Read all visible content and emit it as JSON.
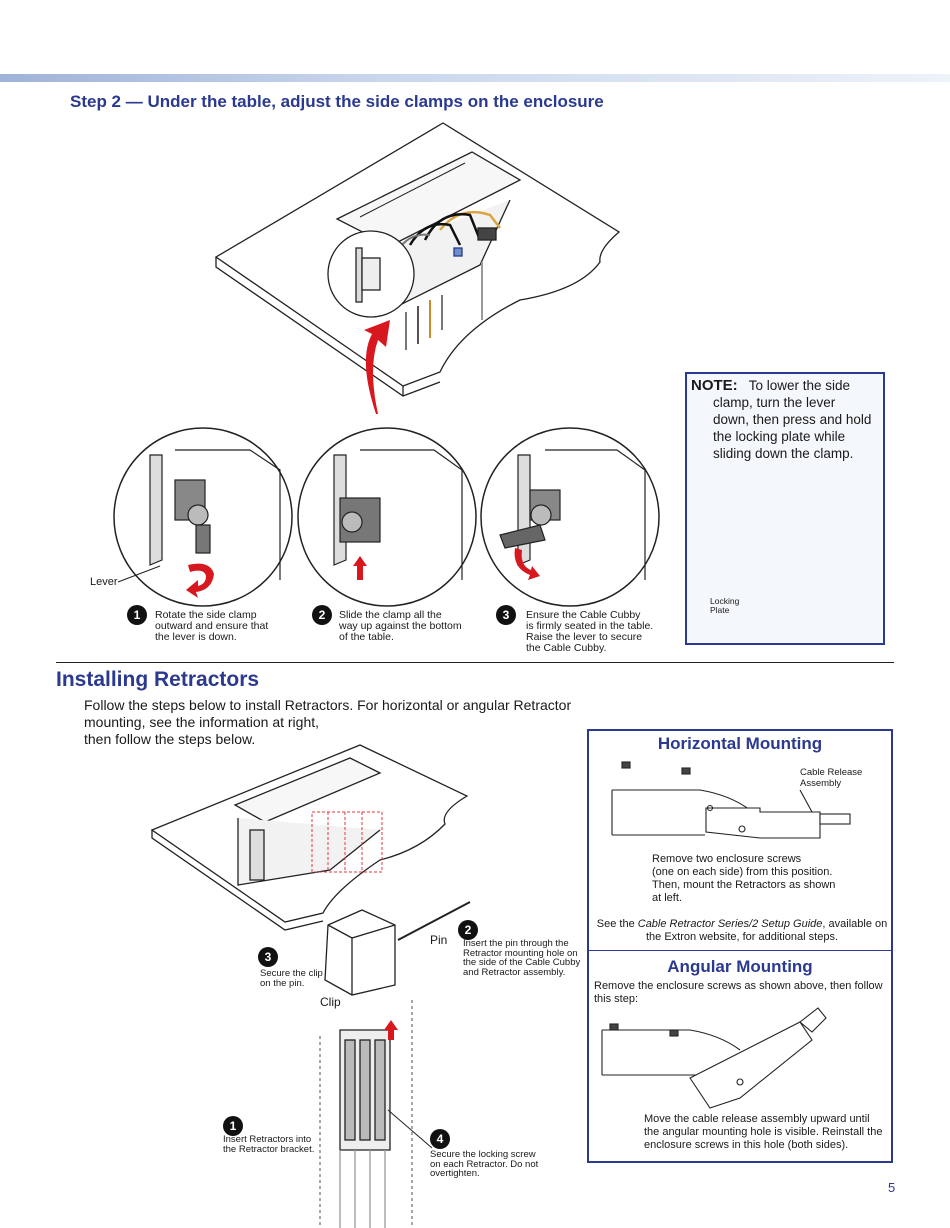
{
  "step2": {
    "title": "Step 2 — Under the table, adjust the side clamps on the enclosure",
    "lever_label": "Lever",
    "steps": [
      {
        "num": "1",
        "lines": [
          "Rotate the side clamp",
          "outward and ensure that",
          "the lever is down."
        ]
      },
      {
        "num": "2",
        "lines": [
          "Slide the clamp all the",
          "way up against the bottom",
          "of the table."
        ]
      },
      {
        "num": "3",
        "lines": [
          "Ensure the Cable Cubby",
          "is firmly seated in the table.",
          "Raise the lever to secure",
          "the Cable Cubby."
        ]
      }
    ]
  },
  "note": {
    "label": "NOTE:",
    "lines": [
      "To lower the side",
      "clamp, turn the lever",
      "down, then press and hold",
      "the locking plate while",
      "sliding down the clamp."
    ],
    "locking_plate_lines": [
      "Locking",
      "Plate"
    ]
  },
  "installing": {
    "title": "Installing Retractors",
    "intro_lines": [
      "Follow the steps below to install Retractors. For horizontal or angular Retractor",
      "mounting, see the information at right,",
      "then follow the steps below."
    ],
    "pin_label": "Pin",
    "clip_label": "Clip",
    "steps": [
      {
        "num": "1",
        "lines": [
          "Insert Retractors into",
          "the Retractor bracket."
        ]
      },
      {
        "num": "2",
        "lines": [
          "Insert the pin through the",
          "Retractor mounting hole on",
          "the side of the Cable Cubby",
          "and Retractor assembly."
        ]
      },
      {
        "num": "3",
        "lines": [
          "Secure the clip",
          "on the pin."
        ]
      },
      {
        "num": "4",
        "lines": [
          "Secure the locking screw",
          "on each Retractor. Do not",
          "overtighten."
        ]
      }
    ]
  },
  "horizontal": {
    "title": "Horizontal Mounting",
    "cable_release_lines": [
      "Cable Release",
      "Assembly"
    ],
    "desc_lines": [
      "Remove two enclosure screws",
      "(one on each side) from this position.",
      "Then, mount the Retractors as shown",
      "at left."
    ],
    "see_prefix": "See the ",
    "see_italic": "Cable Retractor Series/2 Setup Guide",
    "see_suffix": ", available on",
    "see_line2": "the Extron website, for additional steps."
  },
  "angular": {
    "title": "Angular Mounting",
    "intro_lines": [
      "Remove the enclosure screws as shown above, then follow",
      "this step:"
    ],
    "desc_lines": [
      "Move the cable release assembly upward until",
      "the angular mounting hole is visible. Reinstall the",
      "enclosure screws in this hole (both sides)."
    ]
  },
  "page_number": "5",
  "colors": {
    "heading": "#2b3990",
    "arrow": "#d7191f",
    "topbar": "#9fb3d8"
  }
}
